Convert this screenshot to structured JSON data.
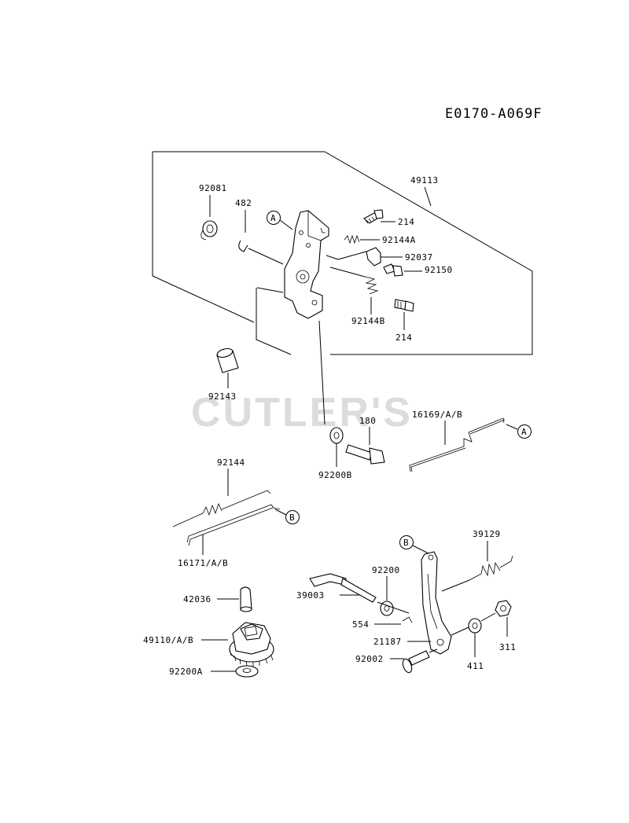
{
  "diagram_code": "E0170-A069F",
  "watermark": "CUTLER'S",
  "callouts": {
    "A": "A",
    "B": "B"
  },
  "parts": {
    "p49113": "49113",
    "p92081": "92081",
    "p482": "482",
    "p214_top": "214",
    "p92144A": "92144A",
    "p92037": "92037",
    "p92150": "92150",
    "p92144B": "92144B",
    "p214_bottom": "214",
    "p92143": "92143",
    "p180": "180",
    "p92200B": "92200B",
    "p16169": "16169/A/B",
    "p92144": "92144",
    "p16171": "16171/A/B",
    "p39129": "39129",
    "p92200": "92200",
    "p39003": "39003",
    "p42036": "42036",
    "p554": "554",
    "p21187": "21187",
    "p49110": "49110/A/B",
    "p92002": "92002",
    "p411": "411",
    "p311": "311",
    "p92200A": "92200A"
  }
}
